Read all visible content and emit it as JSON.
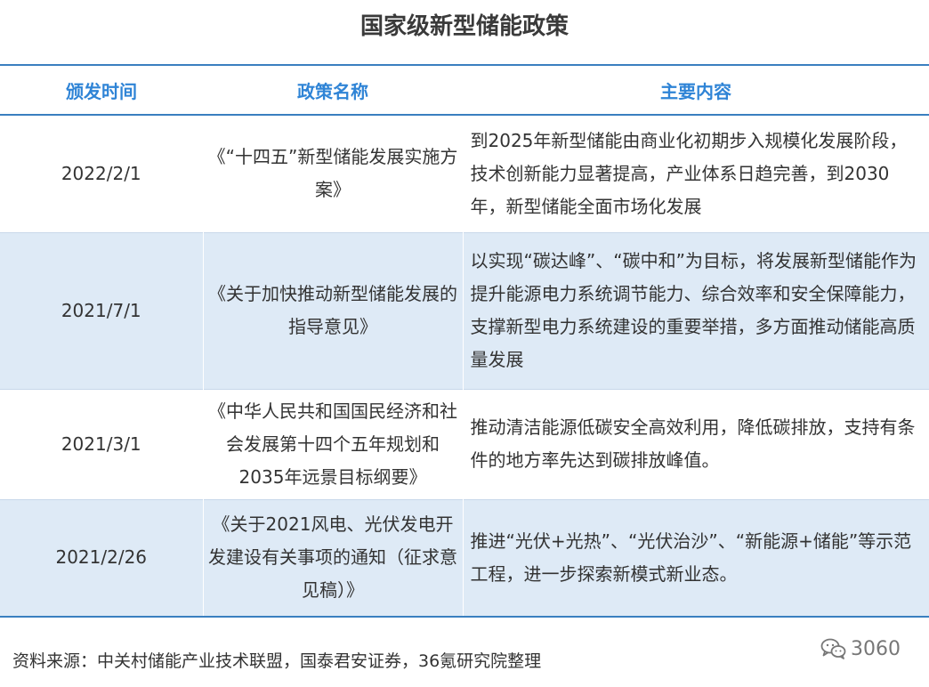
{
  "title": "国家级新型储能政策",
  "table": {
    "headers": [
      "颁发时间",
      "政策名称",
      "主要内容"
    ],
    "rows": [
      {
        "date": "2022/2/1",
        "name": "《“十四五”新型储能发展实施方案》",
        "content": "到2025年新型储能由商业化初期步入规模化发展阶段，技术创新能力显著提高，产业体系日趋完善，到2030年，新型储能全面市场化发展"
      },
      {
        "date": "2021/7/1",
        "name": "《关于加快推动新型储能发展的指导意见》",
        "content": "以实现“碳达峰”、“碳中和”为目标，将发展新型储能作为提升能源电力系统调节能力、综合效率和安全保障能力，支撑新型电力系统建设的重要举措，多方面推动储能高质量发展"
      },
      {
        "date": "2021/3/1",
        "name": "《中华人民共和国国民经济和社会发展第十四个五年规划和2035年远景目标纲要》",
        "content": "推动清洁能源低碳安全高效利用，降低碳排放，支持有条件的地方率先达到碳排放峰值。"
      },
      {
        "date": "2021/2/26",
        "name": "《关于2021风电、光伏发电开发建设有关事项的通知（征求意见稿）》",
        "content": "推进“光伏+光热”、“光伏治沙”、“新能源+储能”等示范工程，进一步探索新模式新业态。"
      }
    ]
  },
  "source": "资料来源：中关村储能产业技术联盟，国泰君安证券，36氪研究院整理",
  "watermark": {
    "icon": "wechat-icon",
    "text": "3060"
  }
}
